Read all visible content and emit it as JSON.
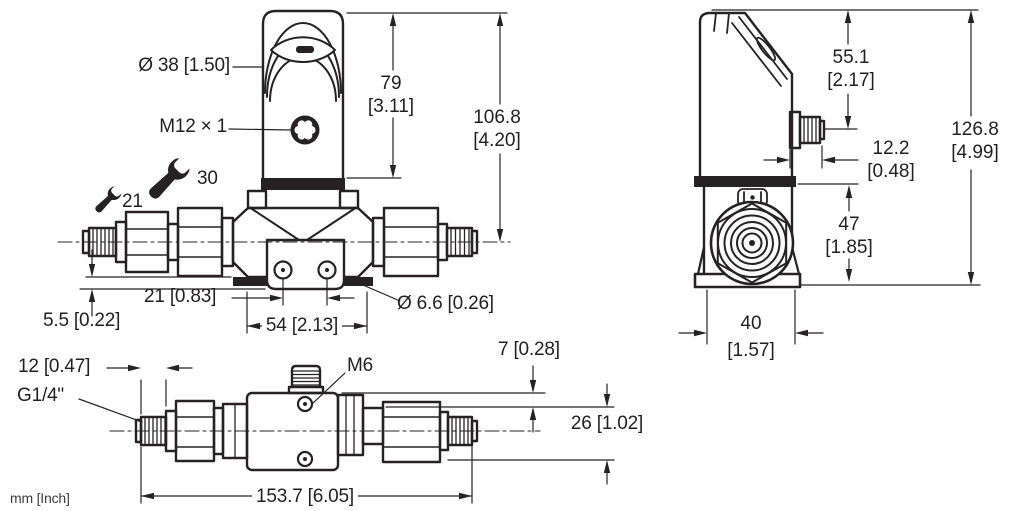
{
  "units_label": "mm [Inch]",
  "front_view": {
    "head_diameter": "Ø 38 [1.50]",
    "connector_thread": "M12 × 1",
    "wrench_size_small": "21",
    "wrench_size_large": "30",
    "head_height": {
      "mm": "79",
      "inch": "[3.11]"
    },
    "total_height": {
      "mm": "106.8",
      "inch": "[4.20]"
    },
    "port_bottom_offset": "5.5 [0.22]",
    "hole_spacing_small": "21 [0.83]",
    "hole_spacing_large": "54 [2.13]",
    "mounting_hole_diameter": "Ø 6.6 [0.26]"
  },
  "side_view": {
    "connector_height": {
      "mm": "55.1",
      "inch": "[2.17]"
    },
    "connector_depth": {
      "mm": "12.2",
      "inch": "[0.48]"
    },
    "total_height": {
      "mm": "126.8",
      "inch": "[4.99]"
    },
    "body_lower_height": {
      "mm": "47",
      "inch": "[1.85]"
    },
    "body_width": {
      "mm": "40",
      "inch": "[1.57]"
    }
  },
  "bottom_view": {
    "thread_length": "12 [0.47]",
    "process_connection": "G1/4\"",
    "mounting_thread": "M6",
    "hole_edge_offset": "7 [0.28]",
    "body_width": "26 [1.02]",
    "total_length": "153.7 [6.05]"
  }
}
